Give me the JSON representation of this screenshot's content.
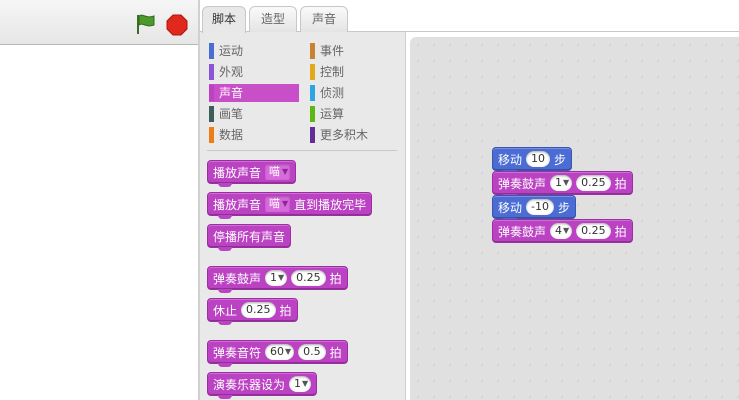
{
  "tabs": [
    {
      "label": "脚本",
      "active": true
    },
    {
      "label": "造型",
      "active": false
    },
    {
      "label": "声音",
      "active": false
    }
  ],
  "categories": {
    "left": [
      {
        "label": "运动",
        "color": "#4a6cd4"
      },
      {
        "label": "外观",
        "color": "#8a55d7"
      },
      {
        "label": "声音",
        "color": "#bb42c3",
        "selected": true
      },
      {
        "label": "画笔",
        "color": "#0e9a6c"
      },
      {
        "label": "数据",
        "color": "#ee7d16"
      }
    ],
    "right": [
      {
        "label": "事件",
        "color": "#c88330"
      },
      {
        "label": "控制",
        "color": "#e1a91a"
      },
      {
        "label": "侦测",
        "color": "#2ca5e2"
      },
      {
        "label": "运算",
        "color": "#5cb712"
      },
      {
        "label": "更多积木",
        "color": "#632d99"
      }
    ]
  },
  "palette_blocks": {
    "play_sound": {
      "label": "播放声音",
      "sound": "喵"
    },
    "play_sound_until_done": {
      "label": "播放声音",
      "sound": "喵",
      "suffix": "直到播放完毕"
    },
    "stop_all_sounds": {
      "label": "停播所有声音"
    },
    "play_drum": {
      "label": "弹奏鼓声",
      "drum": "1",
      "beats": "0.25",
      "unit": "拍"
    },
    "rest": {
      "label": "休止",
      "beats": "0.25",
      "unit": "拍"
    },
    "play_note": {
      "label": "弹奏音符",
      "note": "60",
      "beats": "0.5",
      "unit": "拍"
    },
    "set_instrument": {
      "label": "演奏乐器设为",
      "instrument": "1"
    }
  },
  "script_blocks": {
    "move1": {
      "label": "移动",
      "steps": "10",
      "unit": "步"
    },
    "drum1": {
      "label": "弹奏鼓声",
      "drum": "1",
      "beats": "0.25",
      "unit": "拍"
    },
    "move2": {
      "label": "移动",
      "steps": "-10",
      "unit": "步"
    },
    "drum2": {
      "label": "弹奏鼓声",
      "drum": "4",
      "beats": "0.25",
      "unit": "拍"
    }
  },
  "icons": {
    "green_flag": "green-flag-icon",
    "stop": "stop-sign-icon"
  },
  "colors": {
    "sound": "#bb42c3",
    "motion": "#4a6cd4",
    "flag": "#4a9a2d",
    "stop": "#e0281c"
  }
}
